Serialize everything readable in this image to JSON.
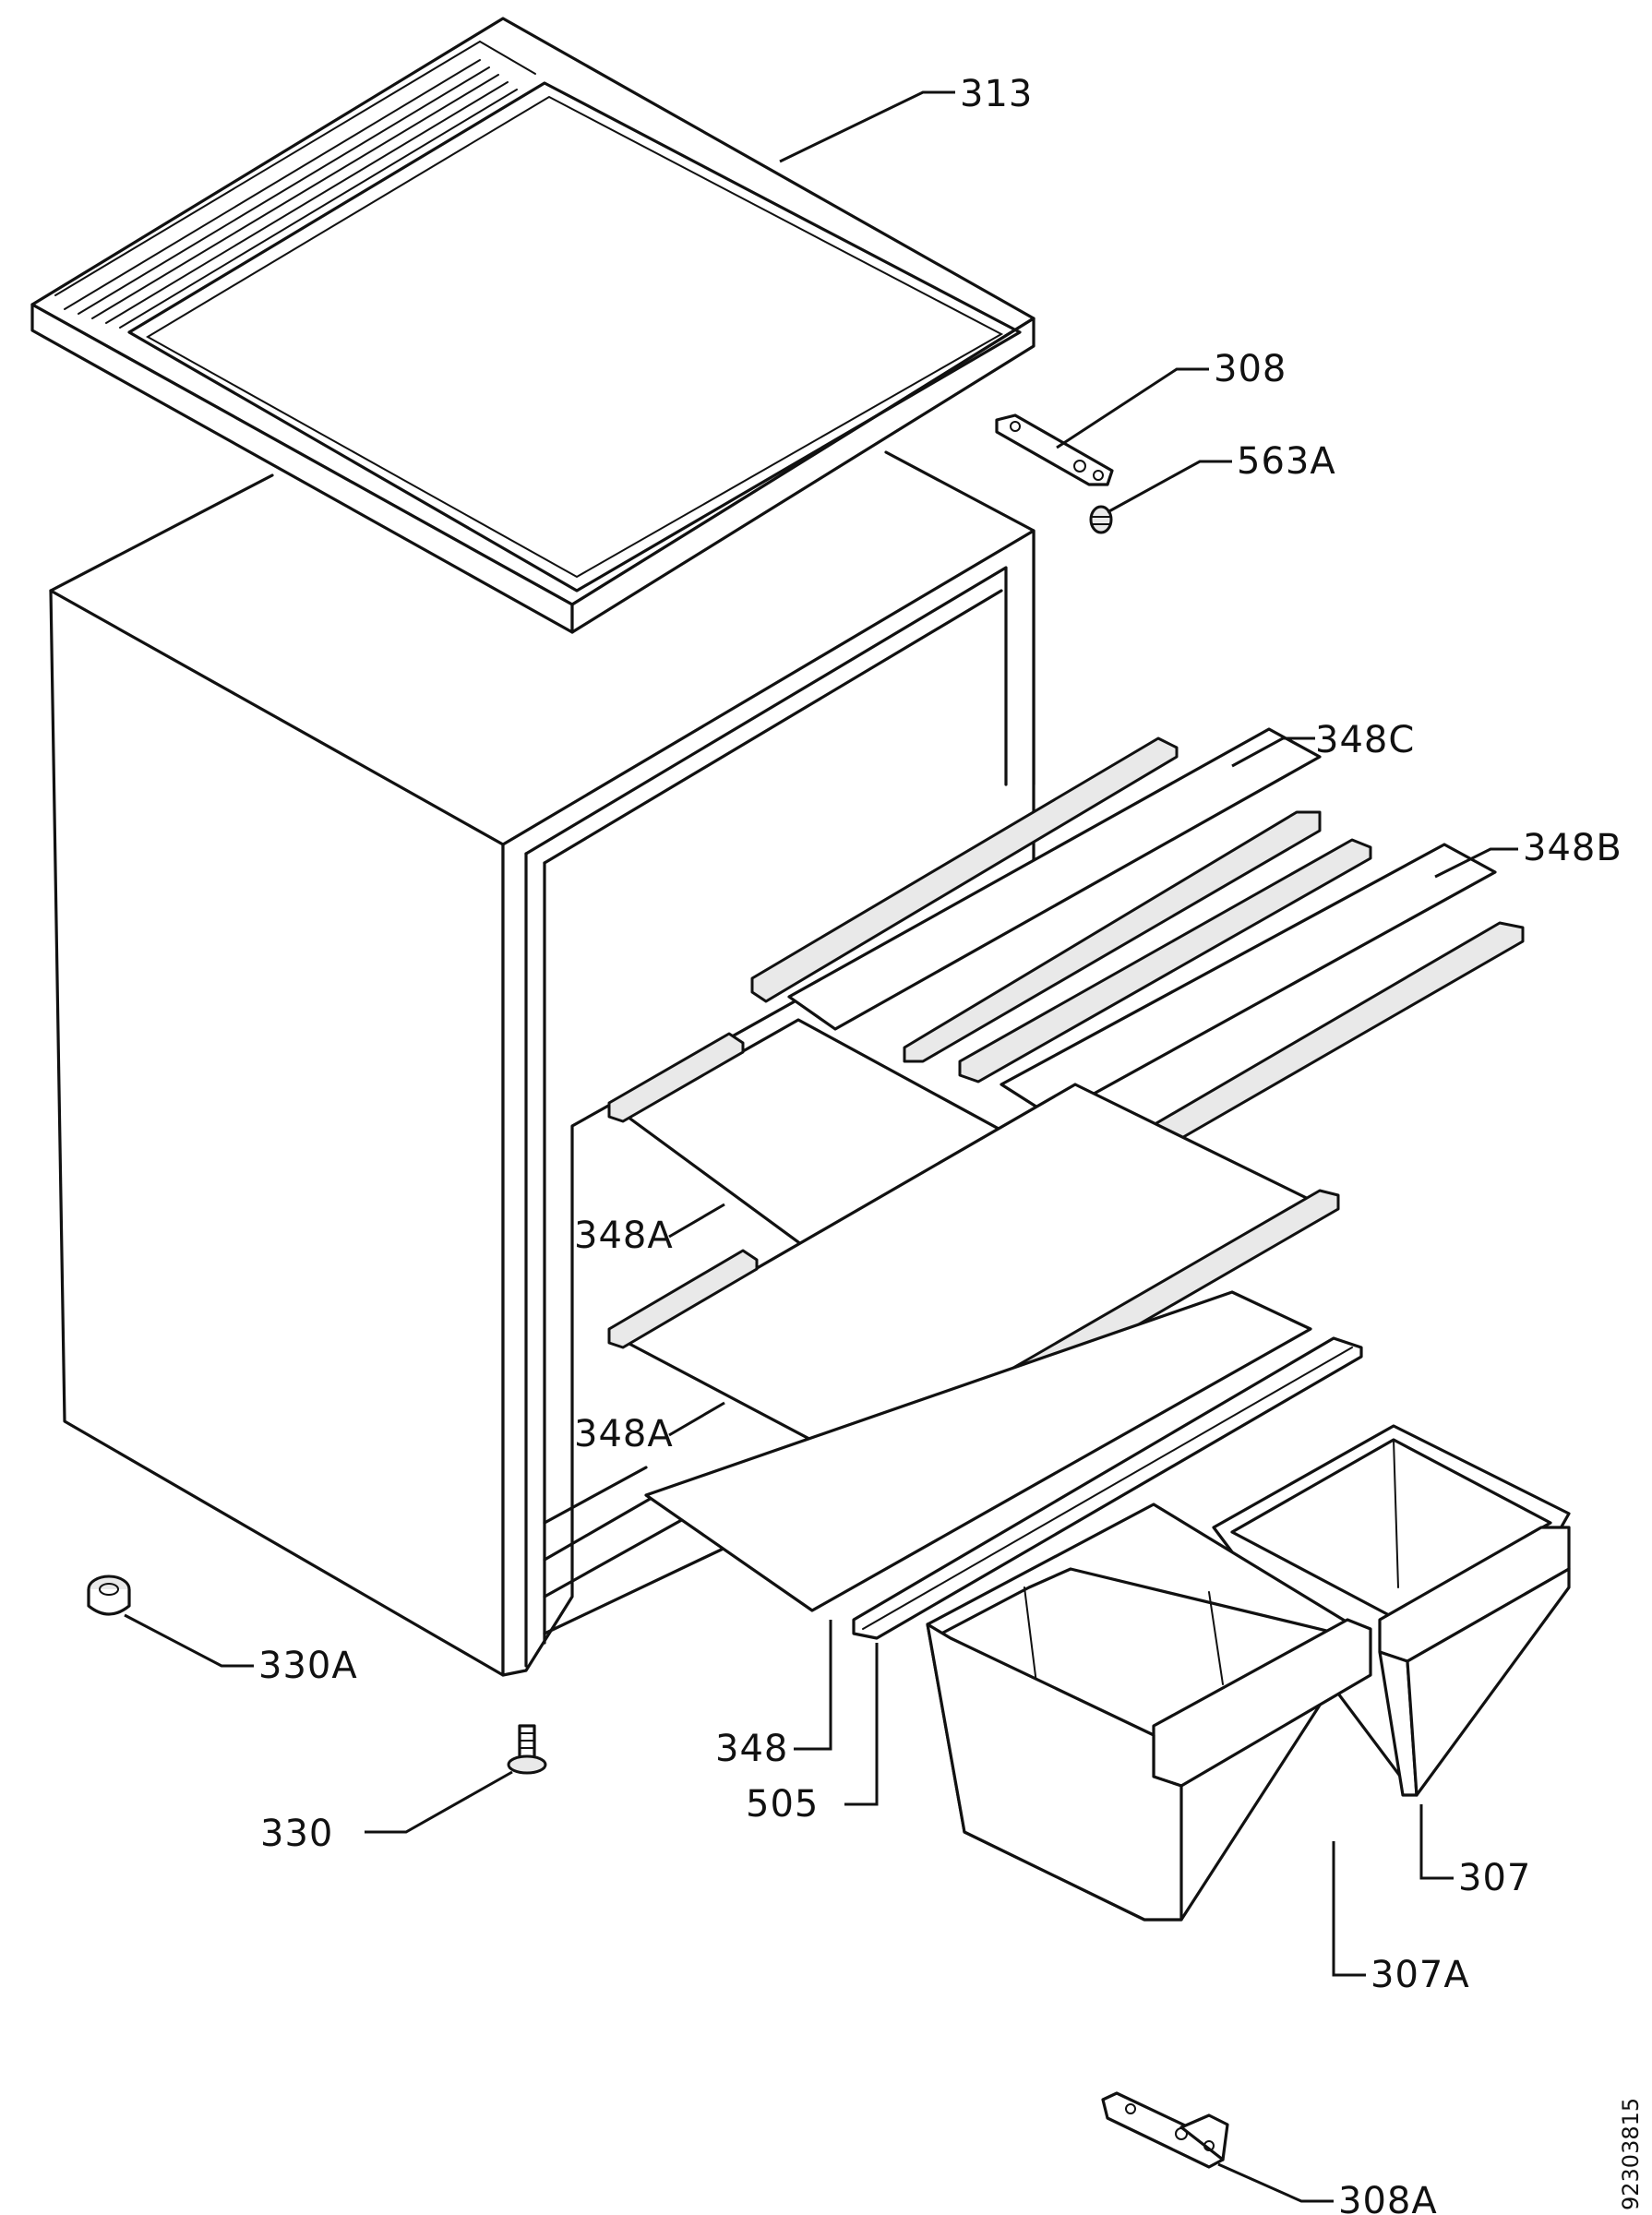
{
  "diagram": {
    "document_number": "92303815",
    "part_labels": {
      "p313": "313",
      "p308": "308",
      "p563A": "563A",
      "p348C": "348C",
      "p348B": "348B",
      "p348A_upper": "348A",
      "p348A_lower": "348A",
      "p330A": "330A",
      "p348": "348",
      "p505": "505",
      "p330": "330",
      "p307": "307",
      "p307A": "307A",
      "p308A": "308A"
    }
  }
}
